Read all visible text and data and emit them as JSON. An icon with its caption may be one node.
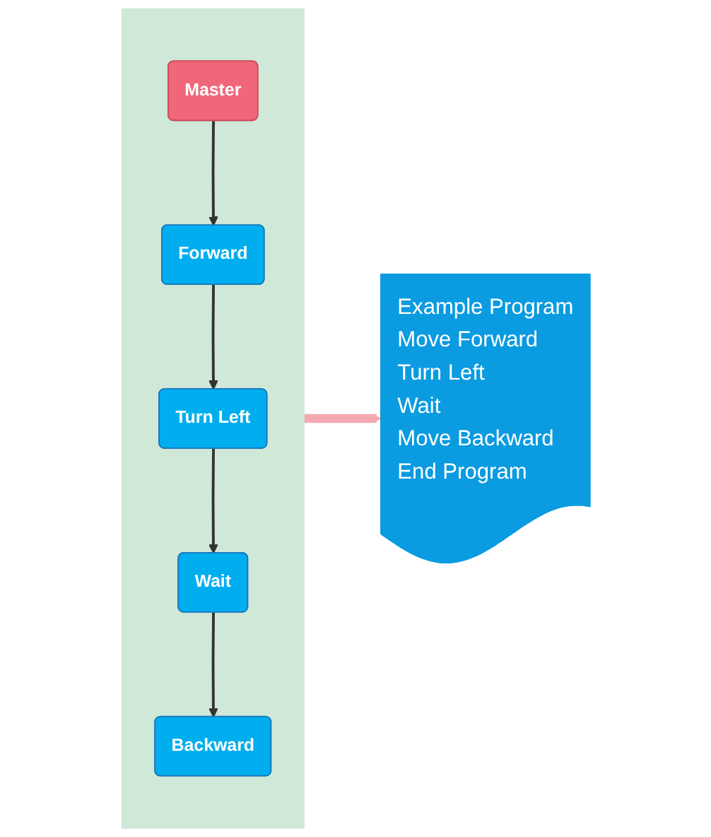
{
  "diagram": {
    "nodes": [
      {
        "text": [],
        "shape": "box"
      },
      {
        "text": [
          "Master"
        ],
        "in": 0
      },
      {
        "text": [
          "Forward"
        ],
        "in": 0
      },
      {
        "text": [
          "Turn Left"
        ],
        "in": 0
      },
      {
        "text": [
          "Wait"
        ],
        "in": 0
      },
      {
        "text": [
          "Backward"
        ],
        "in": 0
      },
      {
        "text": [
          "Example Program",
          "Move Forward",
          "Turn Left",
          "Wait",
          "Move Backward",
          "End Program"
        ]
      }
    ],
    "edges": [
      {
        "from": 1,
        "to": 2,
        "arrow": "to"
      },
      {
        "from": 2,
        "to": 3,
        "arrow": "to"
      },
      {
        "from": 3,
        "to": 4,
        "arrow": "to"
      },
      {
        "from": 4,
        "to": 5,
        "arrow": "to"
      },
      {
        "from": 0,
        "to": 6,
        "arrow": "to",
        "style": "thick",
        "color": "#f4a9b0"
      }
    ]
  }
}
